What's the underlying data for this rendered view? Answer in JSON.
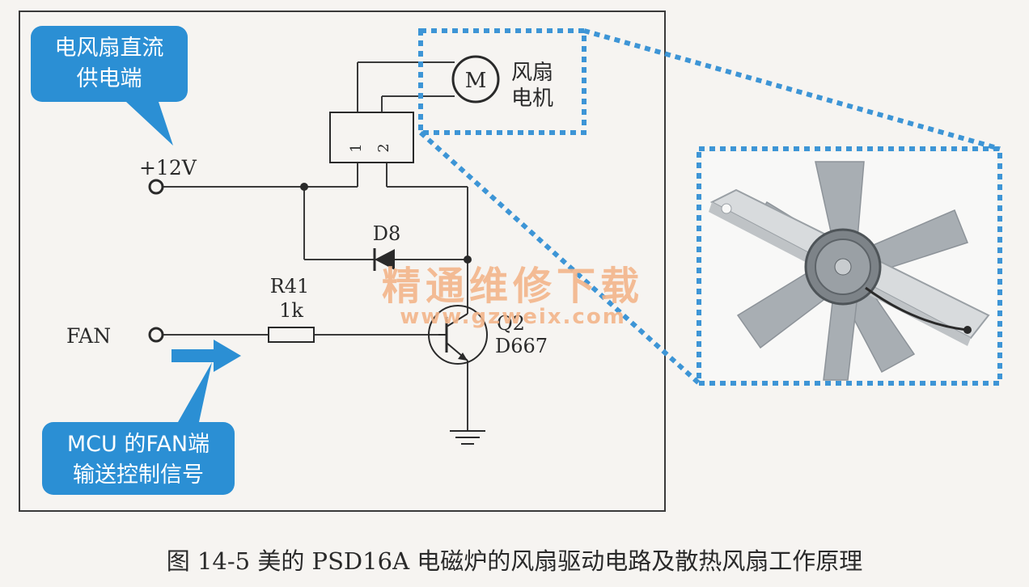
{
  "callouts": {
    "power": {
      "line1": "电风扇直流",
      "line2": "供电端"
    },
    "mcu": {
      "line1": "MCU 的FAN端",
      "line2": "输送控制信号"
    }
  },
  "labels": {
    "vcc": "+12V",
    "fan_input": "FAN",
    "resistor_ref": "R41",
    "resistor_value": "1k",
    "diode_ref": "D8",
    "transistor_ref": "Q2",
    "transistor_part": "D667",
    "motor_symbol": "M",
    "motor_label_line1": "风扇",
    "motor_label_line2": "电机",
    "connector_pin1": "1",
    "connector_pin2": "2"
  },
  "watermark": {
    "line1": "精通维修下载",
    "line2": "www.gzweix.com"
  },
  "caption": "图 14-5   美的 PSD16A 电磁炉的风扇驱动电路及散热风扇工作原理",
  "colors": {
    "callout": "#2b8fd4",
    "dotted_frame": "#3d95d6",
    "wire": "#3a3a3a",
    "watermark": "#f3b58a",
    "background": "#f6f4f1"
  }
}
